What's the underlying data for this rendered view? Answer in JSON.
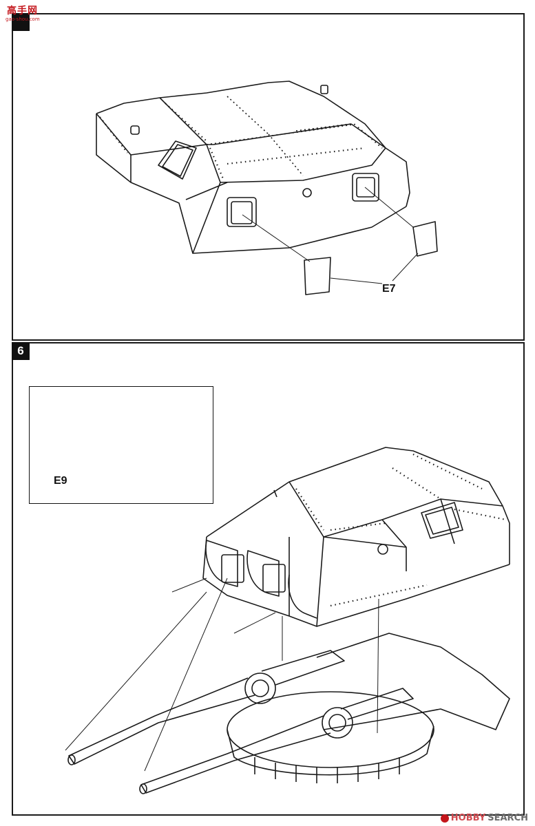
{
  "watermark": {
    "logo_text": "高手网",
    "logo_sub": "gao-shou.com",
    "color": "#c4161c"
  },
  "steps": [
    {
      "number": "",
      "part_label": "E7"
    },
    {
      "number": "6",
      "part_label": "E9"
    }
  ],
  "footer": {
    "brand_left": "HOBBY",
    "brand_right": "SEARCH",
    "hobby_color": "#d04a50",
    "search_color": "#6b6b6b"
  }
}
